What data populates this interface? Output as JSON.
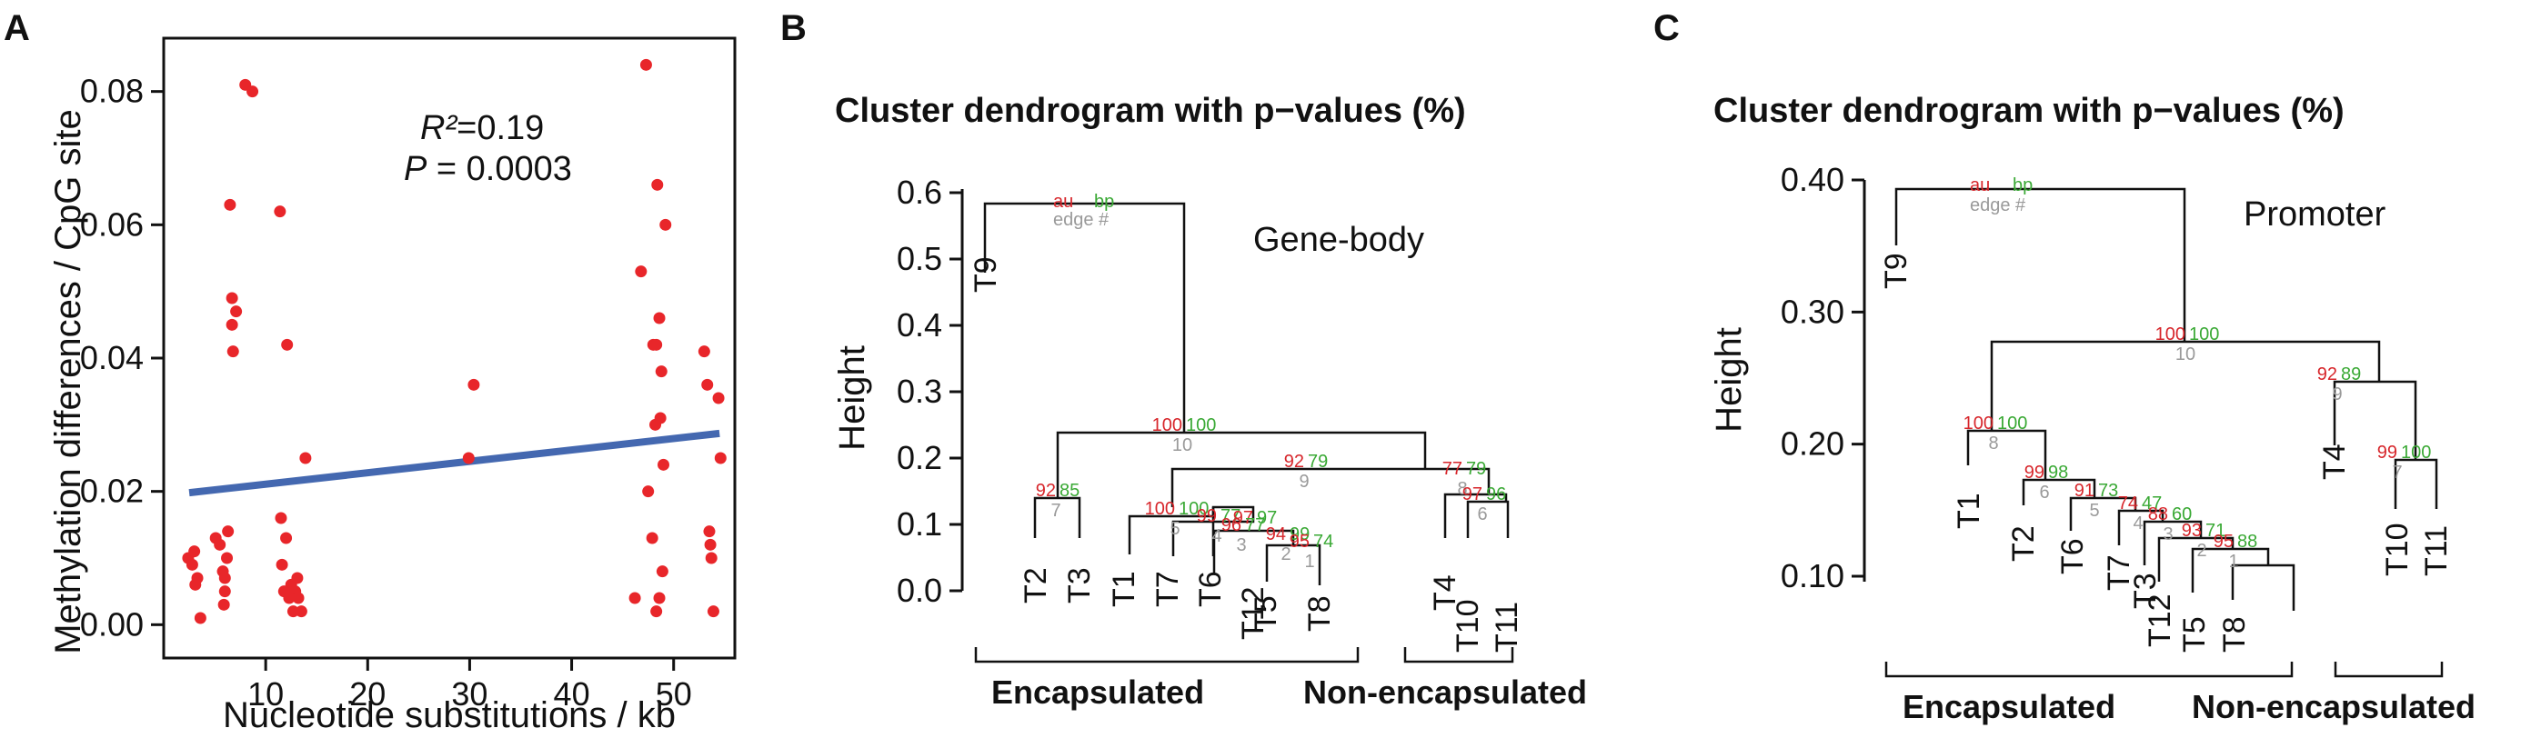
{
  "colors": {
    "points": "#e8262a",
    "fit_line": "#4468b0",
    "au": "#d7262b",
    "bp": "#3aa935",
    "edge": "#9a9a9a",
    "ink": "#111111"
  },
  "chart_data": [
    {
      "panel": "A",
      "type": "scatter",
      "xlabel": "Nucleotide substitutions / kb",
      "ylabel": "Methylation differences / CpG site",
      "xlim": [
        0,
        56
      ],
      "ylim": [
        -0.005,
        0.088
      ],
      "xticks": [
        "10",
        "20",
        "30",
        "40",
        "50"
      ],
      "yticks": [
        "0.00",
        "0.02",
        "0.04",
        "0.06",
        "0.08"
      ],
      "r2_label": "R²",
      "r2_value": "0.19",
      "p_label": "P",
      "p_value": "0.0003",
      "fit": {
        "x": [
          2.5,
          54.5
        ],
        "y": [
          0.0198,
          0.0287
        ]
      },
      "points": [
        [
          2.4,
          0.01
        ],
        [
          2.8,
          0.009
        ],
        [
          3.0,
          0.011
        ],
        [
          3.3,
          0.007
        ],
        [
          3.6,
          0.001
        ],
        [
          3.1,
          0.006
        ],
        [
          5.1,
          0.013
        ],
        [
          5.5,
          0.012
        ],
        [
          5.8,
          0.008
        ],
        [
          6.0,
          0.007
        ],
        [
          6.2,
          0.01
        ],
        [
          6.3,
          0.014
        ],
        [
          6.0,
          0.005
        ],
        [
          5.9,
          0.003
        ],
        [
          6.5,
          0.063
        ],
        [
          6.7,
          0.049
        ],
        [
          7.1,
          0.047
        ],
        [
          6.7,
          0.045
        ],
        [
          6.8,
          0.041
        ],
        [
          8.0,
          0.081
        ],
        [
          8.7,
          0.08
        ],
        [
          11.4,
          0.062
        ],
        [
          12.1,
          0.042
        ],
        [
          11.5,
          0.016
        ],
        [
          12.0,
          0.013
        ],
        [
          11.6,
          0.009
        ],
        [
          12.5,
          0.006
        ],
        [
          11.8,
          0.005
        ],
        [
          12.9,
          0.005
        ],
        [
          12.3,
          0.004
        ],
        [
          13.2,
          0.004
        ],
        [
          12.7,
          0.002
        ],
        [
          13.5,
          0.002
        ],
        [
          13.1,
          0.007
        ],
        [
          13.9,
          0.025
        ],
        [
          29.9,
          0.025
        ],
        [
          30.4,
          0.036
        ],
        [
          46.2,
          0.004
        ],
        [
          46.8,
          0.053
        ],
        [
          47.3,
          0.084
        ],
        [
          47.5,
          0.02
        ],
        [
          47.9,
          0.013
        ],
        [
          48.0,
          0.042
        ],
        [
          48.2,
          0.03
        ],
        [
          48.4,
          0.066
        ],
        [
          48.6,
          0.046
        ],
        [
          48.8,
          0.038
        ],
        [
          48.7,
          0.031
        ],
        [
          49.0,
          0.024
        ],
        [
          49.2,
          0.06
        ],
        [
          48.9,
          0.008
        ],
        [
          48.3,
          0.002
        ],
        [
          48.6,
          0.004
        ],
        [
          48.3,
          0.042
        ],
        [
          53.0,
          0.041
        ],
        [
          53.3,
          0.036
        ],
        [
          53.5,
          0.014
        ],
        [
          53.7,
          0.01
        ],
        [
          53.9,
          0.002
        ],
        [
          54.4,
          0.034
        ],
        [
          54.6,
          0.025
        ],
        [
          53.6,
          0.012
        ]
      ]
    },
    {
      "panel": "B",
      "type": "dendrogram",
      "title": "Cluster dendrogram with p−values (%)",
      "region": "Gene-body",
      "ylabel": "Height",
      "yticks": [
        "0.0",
        "0.1",
        "0.2",
        "0.3",
        "0.4",
        "0.5",
        "0.6"
      ],
      "ylim": [
        0,
        0.6
      ],
      "legend": {
        "au": "au",
        "bp": "bp",
        "edge": "edge #"
      },
      "leaves": [
        {
          "label": "T9",
          "height": 0.54
        },
        {
          "label": "T2",
          "height": 0.01
        },
        {
          "label": "T3",
          "height": 0.01
        },
        {
          "label": "T1",
          "height": 0.01
        },
        {
          "label": "T7",
          "height": 0.01
        },
        {
          "label": "T6",
          "height": 0.01
        },
        {
          "label": "T12",
          "height": -0.01
        },
        {
          "label": "T5",
          "height": 0.0
        },
        {
          "label": "T8",
          "height": 0.0
        },
        {
          "label": "T4",
          "height": 0.05
        },
        {
          "label": "T10",
          "height": 0.01
        },
        {
          "label": "T11",
          "height": 0.01
        }
      ],
      "edges": [
        {
          "au": "",
          "bp": "",
          "edge": ""
        },
        {
          "au": "100",
          "bp": "100",
          "edge": "10"
        },
        {
          "au": "92",
          "bp": "79",
          "edge": "9"
        },
        {
          "au": "77",
          "bp": "79",
          "edge": "8"
        },
        {
          "au": "97",
          "bp": "96",
          "edge": "6"
        },
        {
          "au": "92",
          "bp": "85",
          "edge": "7"
        },
        {
          "au": "100",
          "bp": "100",
          "edge": "5"
        },
        {
          "au": "99",
          "bp": "77",
          "edge": "4"
        },
        {
          "au": "97",
          "bp": "97",
          "edge": ""
        },
        {
          "au": "96",
          "bp": "77",
          "edge": "3"
        },
        {
          "au": "94",
          "bp": "99",
          "edge": "2"
        },
        {
          "au": "95",
          "bp": "74",
          "edge": "1"
        }
      ],
      "groups": [
        "Encapsulated",
        "Non-encapsulated"
      ]
    },
    {
      "panel": "C",
      "type": "dendrogram",
      "title": "Cluster dendrogram with p−values (%)",
      "region": "Promoter",
      "ylabel": "Height",
      "yticks": [
        "0.10",
        "0.20",
        "0.30",
        "0.40"
      ],
      "ylim": [
        0.1,
        0.4
      ],
      "legend": {
        "au": "au",
        "bp": "bp",
        "edge": "edge #"
      },
      "leaves": [
        {
          "label": "T9",
          "height": 0.34
        },
        {
          "label": "T1",
          "height": 0.17
        },
        {
          "label": "T2",
          "height": 0.15
        },
        {
          "label": "T6",
          "height": 0.14
        },
        {
          "label": "T7",
          "height": 0.13
        },
        {
          "label": "T3",
          "height": 0.12
        },
        {
          "label": "T12",
          "height": 0.11
        },
        {
          "label": "T5",
          "height": 0.1
        },
        {
          "label": "T8",
          "height": 0.09
        },
        {
          "label": "T4",
          "height": 0.22
        },
        {
          "label": "T10",
          "height": 0.15
        },
        {
          "label": "T11",
          "height": 0.15
        }
      ],
      "edges": [
        {
          "au": "",
          "bp": "",
          "edge": ""
        },
        {
          "au": "100",
          "bp": "100",
          "edge": "10"
        },
        {
          "au": "100",
          "bp": "100",
          "edge": "8"
        },
        {
          "au": "99",
          "bp": "98",
          "edge": "6"
        },
        {
          "au": "91",
          "bp": "73",
          "edge": "5"
        },
        {
          "au": "74",
          "bp": "47",
          "edge": "4"
        },
        {
          "au": "88",
          "bp": "60",
          "edge": "3"
        },
        {
          "au": "93",
          "bp": "71",
          "edge": "2"
        },
        {
          "au": "95",
          "bp": "88",
          "edge": "1"
        },
        {
          "au": "92",
          "bp": "89",
          "edge": "9"
        },
        {
          "au": "99",
          "bp": "100",
          "edge": "7"
        }
      ],
      "groups": [
        "Encapsulated",
        "Non-encapsulated"
      ]
    }
  ]
}
